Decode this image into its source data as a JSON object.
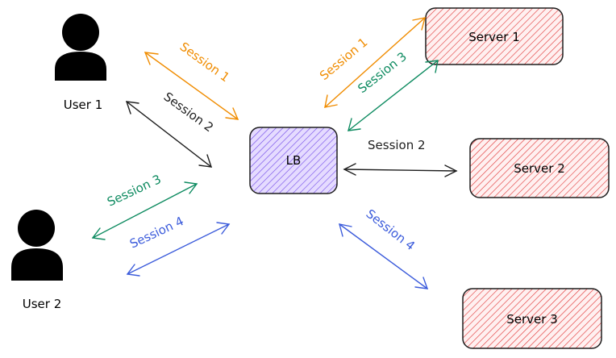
{
  "users": [
    {
      "label": "User 1"
    },
    {
      "label": "User 2"
    }
  ],
  "load_balancer": {
    "label": "LB"
  },
  "servers": [
    {
      "label": "Server 1"
    },
    {
      "label": "Server 2"
    },
    {
      "label": "Server 3"
    }
  ],
  "sessions": {
    "s1": "Session 1",
    "s2": "Session 2",
    "s3": "Session 3",
    "s4": "Session 4"
  },
  "colors": {
    "session1": "#f08c00",
    "session2": "#1e1e1e",
    "session3": "#0c8a5f",
    "session4": "#3b5bdb",
    "server_fill": "#ffc9c9",
    "server_hatch": "#e03131",
    "lb_fill": "#d0bfff",
    "lb_hatch": "#7048e8"
  }
}
